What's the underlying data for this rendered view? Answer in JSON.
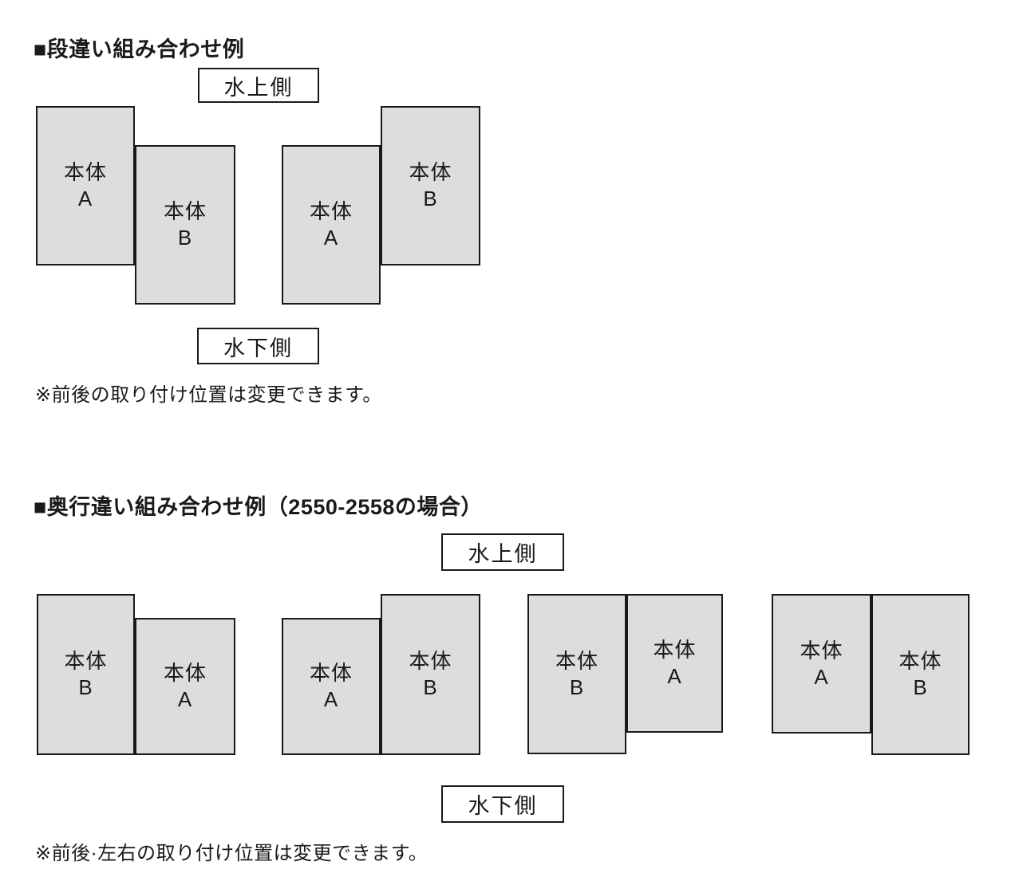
{
  "colors": {
    "panel_fill": "#dcdddd",
    "line": "#1a1a1a",
    "background": "#ffffff"
  },
  "section1": {
    "title": "■段違い組み合わせ例",
    "upstream_label": "水上側",
    "downstream_label": "水下側",
    "note": "※前後の取り付け位置は変更できます。",
    "panels": [
      {
        "line1": "本体",
        "line2": "A"
      },
      {
        "line1": "本体",
        "line2": "B"
      },
      {
        "line1": "本体",
        "line2": "A"
      },
      {
        "line1": "本体",
        "line2": "B"
      }
    ]
  },
  "section2": {
    "title": "■奥行違い組み合わせ例（2550-2558の場合）",
    "upstream_label": "水上側",
    "downstream_label": "水下側",
    "note": "※前後·左右の取り付け位置は変更できます。",
    "panels": [
      {
        "line1": "本体",
        "line2": "B"
      },
      {
        "line1": "本体",
        "line2": "A"
      },
      {
        "line1": "本体",
        "line2": "A"
      },
      {
        "line1": "本体",
        "line2": "B"
      },
      {
        "line1": "本体",
        "line2": "B"
      },
      {
        "line1": "本体",
        "line2": "A"
      },
      {
        "line1": "本体",
        "line2": "A"
      },
      {
        "line1": "本体",
        "line2": "B"
      }
    ]
  }
}
